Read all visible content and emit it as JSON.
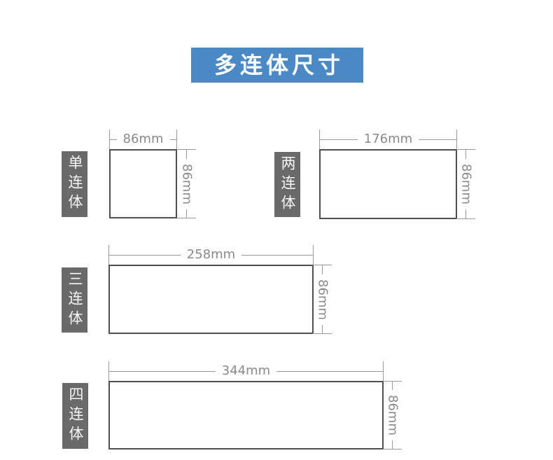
{
  "title": {
    "text": "多连体尺寸"
  },
  "colors": {
    "banner_bg": "#4a89c6",
    "label_bg": "#6a6a6a",
    "box_border": "#4f4f4f",
    "dim_line": "#9a9a9a",
    "dim_text": "#8a8a8a"
  },
  "panels": [
    {
      "label": "单连体",
      "width_label": "86mm",
      "height_label": "86mm"
    },
    {
      "label": "两连体",
      "width_label": "176mm",
      "height_label": "86mm"
    },
    {
      "label": "三连体",
      "width_label": "258mm",
      "height_label": "86mm"
    },
    {
      "label": "四连体",
      "width_label": "344mm",
      "height_label": "86mm"
    }
  ]
}
